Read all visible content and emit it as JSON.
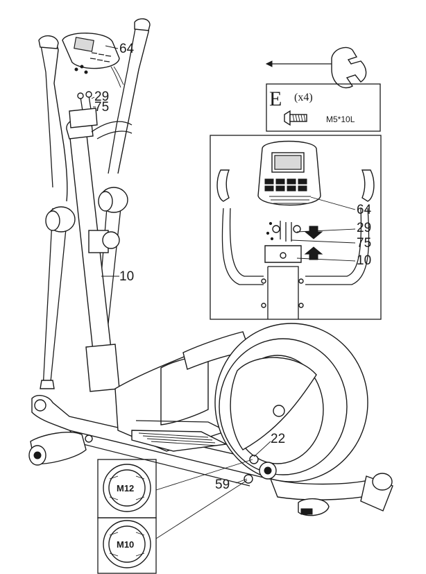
{
  "callouts": {
    "console": "64",
    "bolt": "29",
    "washer": "75",
    "mast": "10",
    "detail_console": "64",
    "detail_bolt": "29",
    "detail_washer": "75",
    "detail_mast": "10",
    "nut_large": "22",
    "nut_small": "59"
  },
  "hardware": {
    "letter": "E",
    "quantity": "(x4)",
    "size": "M5*10L"
  },
  "nuts": {
    "upper": "M12",
    "lower": "M10"
  },
  "icons": [
    "wrench-tool-icon",
    "screw-icon",
    "arrow-down-icon",
    "arrow-up-icon"
  ]
}
